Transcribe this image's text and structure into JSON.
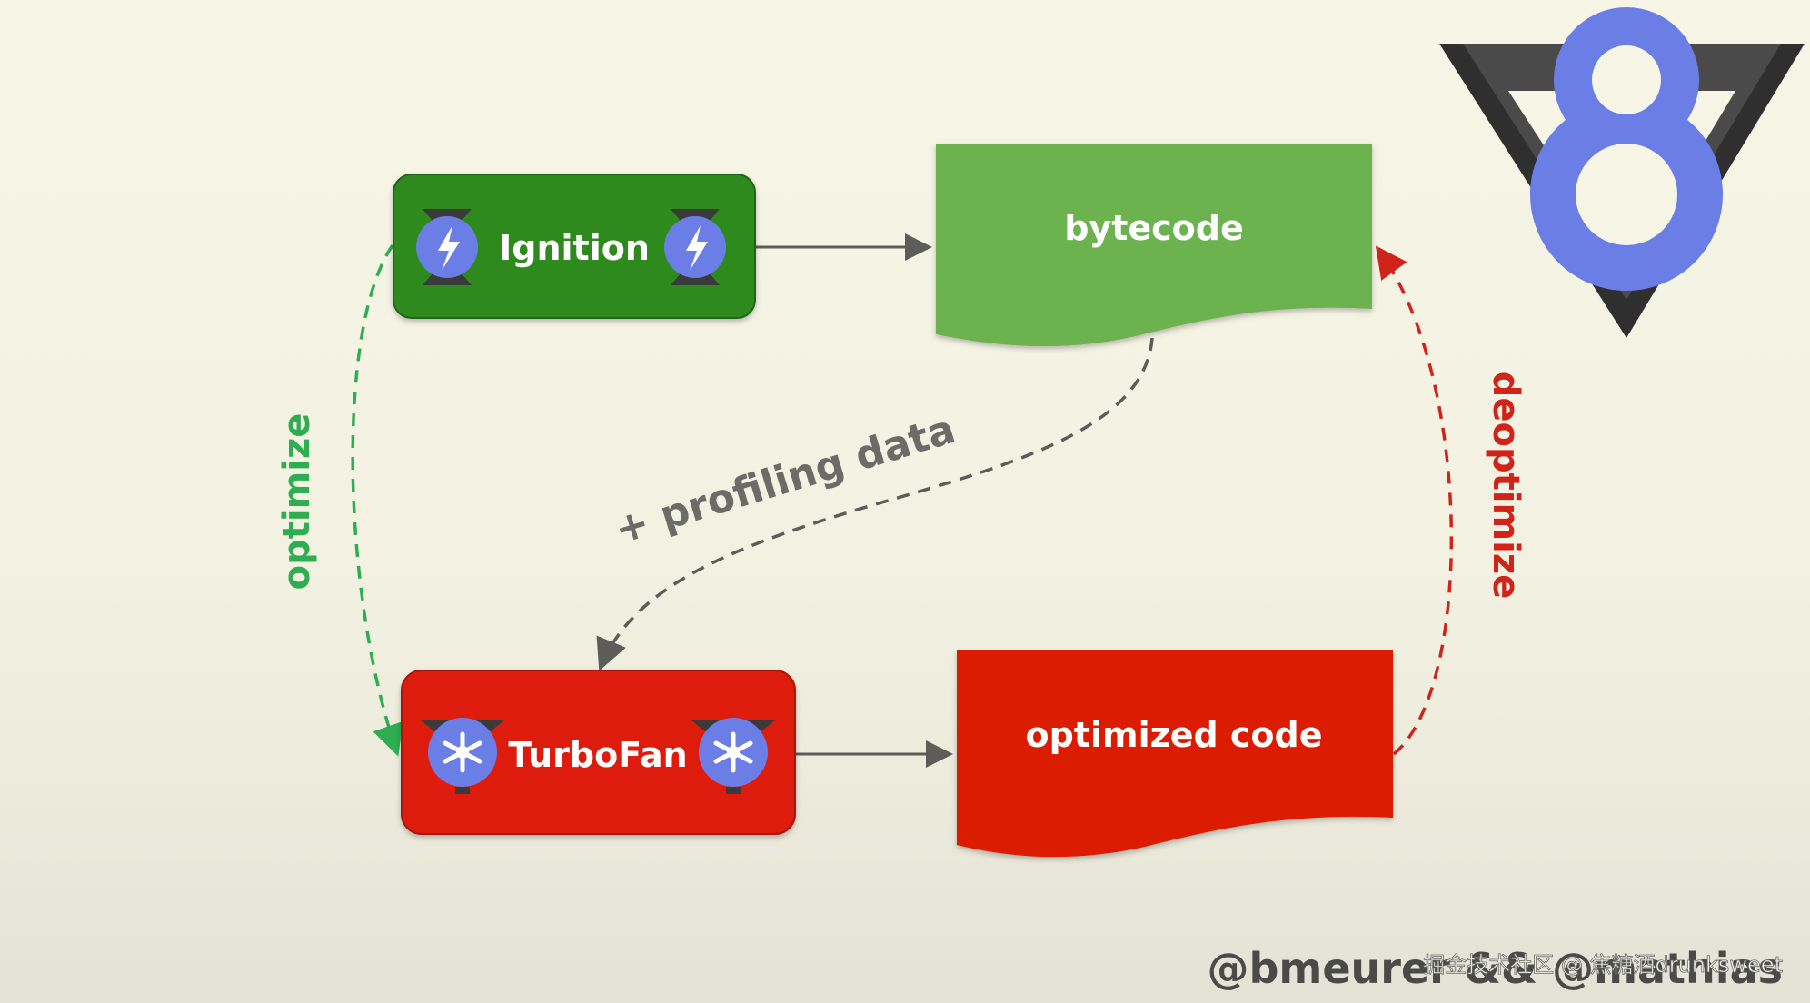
{
  "nodes": {
    "ignition": {
      "label": "Ignition"
    },
    "bytecode": {
      "label": "bytecode"
    },
    "turbofan": {
      "label": "TurboFan"
    },
    "optimized_code": {
      "label": "optimized code"
    }
  },
  "edges": {
    "optimize": {
      "label": "optimize"
    },
    "profiling": {
      "label": "+ profiling data"
    },
    "deoptimize": {
      "label": "deoptimize"
    }
  },
  "credit": "@bmeurer && @mathias",
  "watermark": "掘金技术社区 @ 焦糖酒drunksweet",
  "icons": {
    "ignition_left": "ignition-lightning-icon",
    "ignition_right": "ignition-lightning-icon",
    "turbofan_left": "turbofan-fan-icon",
    "turbofan_right": "turbofan-fan-icon",
    "logo": "v8-logo"
  },
  "colors": {
    "ignition_fill": "#2f8a1f",
    "bytecode_fill": "#6cb34f",
    "turbofan_fill": "#dd1b0a",
    "optimized_fill": "#dc1a06",
    "optimize_edge": "#2fae51",
    "deoptimize_edge": "#d0241b",
    "neutral_edge": "#5c5c58",
    "logo_blue": "#6a7ee6",
    "logo_dark": "#3f3f3f"
  }
}
